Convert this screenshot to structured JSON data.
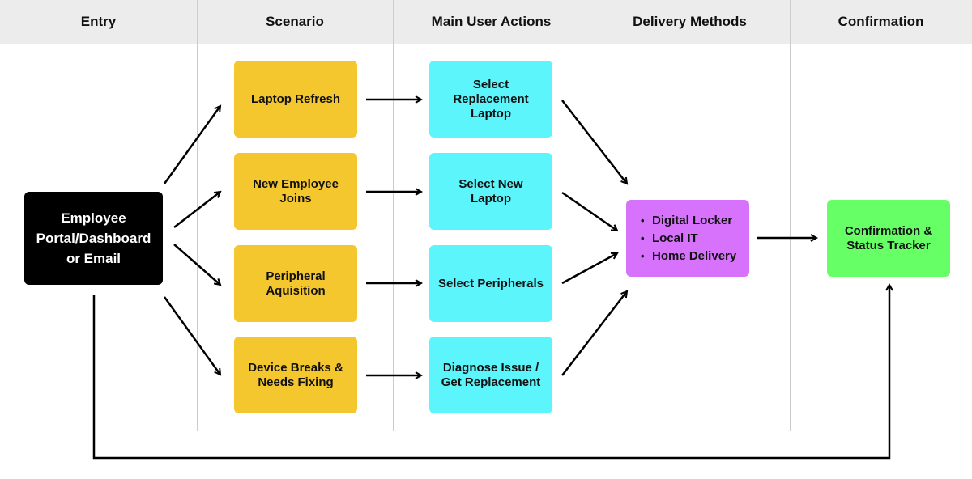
{
  "colors": {
    "header_band": "#ececec",
    "divider": "#cccccc",
    "entry_fill": "#000000",
    "scenario_fill": "#f4c72f",
    "action_fill": "#5cf5fb",
    "delivery_fill": "#d672fb",
    "confirmation_fill": "#66ff66",
    "arrow": "#000000"
  },
  "columns": [
    {
      "title": "Entry"
    },
    {
      "title": "Scenario"
    },
    {
      "title": "Main User Actions"
    },
    {
      "title": "Delivery Methods"
    },
    {
      "title": "Confirmation"
    }
  ],
  "entry": {
    "label": "Employee Portal/Dashboard or Email"
  },
  "scenarios": [
    {
      "label": "Laptop Refresh"
    },
    {
      "label": "New Employee Joins"
    },
    {
      "label": "Peripheral Aquisition"
    },
    {
      "label": "Device Breaks & Needs Fixing"
    }
  ],
  "actions": [
    {
      "label": "Select Replacement Laptop"
    },
    {
      "label": "Select New Laptop"
    },
    {
      "label": "Select Peripherals"
    },
    {
      "label": "Diagnose Issue / Get Replacement"
    }
  ],
  "delivery": {
    "items": [
      "Digital Locker",
      "Local IT",
      "Home Delivery"
    ]
  },
  "confirmation": {
    "label": "Confirmation & Status Tracker"
  }
}
